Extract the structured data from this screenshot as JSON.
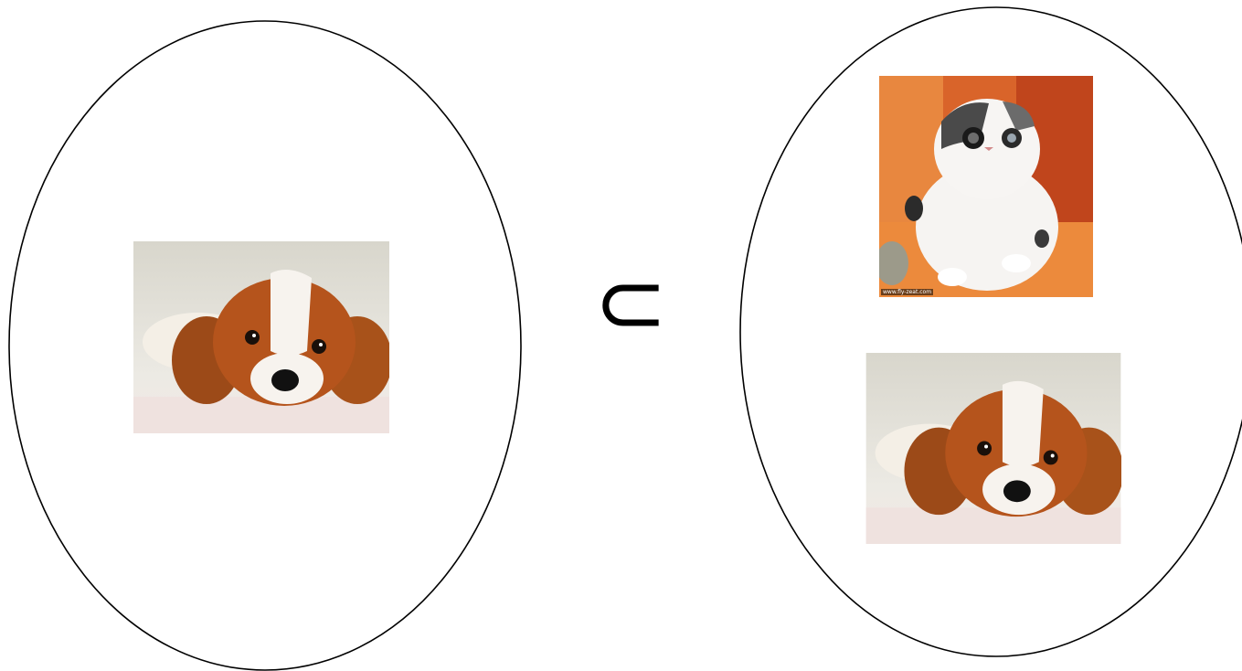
{
  "diagram": {
    "relation_symbol": "⊂",
    "set_a": {
      "images": [
        "puppy-photo"
      ]
    },
    "set_b": {
      "images": [
        "kitten-photo",
        "puppy-photo"
      ],
      "kitten_watermark": "www.fly-zeat.com"
    }
  },
  "colors": {
    "stroke": "#000000",
    "background": "#ffffff",
    "kitten_backdrop": "#d9642a",
    "puppy_fur": "#b5541c"
  }
}
